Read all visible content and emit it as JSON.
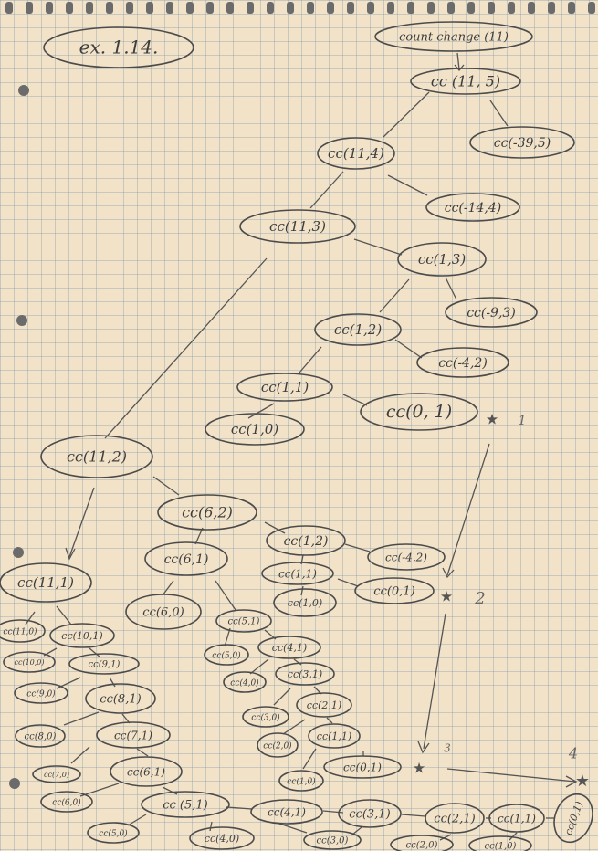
{
  "title": "ex. 1.14.",
  "top_note": "count change (11)",
  "nodes": [
    {
      "id": "n1",
      "label": "cc (11, 5)"
    },
    {
      "id": "n2",
      "label": "cc(11,4)"
    },
    {
      "id": "n3",
      "label": "cc(-39,5)"
    },
    {
      "id": "n4",
      "label": "cc(11,3)"
    },
    {
      "id": "n5",
      "label": "cc(-14,4)"
    },
    {
      "id": "n6",
      "label": "cc(1,3)"
    },
    {
      "id": "n7",
      "label": "cc(1,2)"
    },
    {
      "id": "n8",
      "label": "cc(-9,3)"
    },
    {
      "id": "n9",
      "label": "cc(-4,2)"
    },
    {
      "id": "n10",
      "label": "cc(1,1)"
    },
    {
      "id": "n11",
      "label": "cc(0, 1)"
    },
    {
      "id": "n12",
      "label": "cc(1,0)"
    },
    {
      "id": "n13",
      "label": "cc(11,2)"
    },
    {
      "id": "n14",
      "label": "cc(6,2)"
    },
    {
      "id": "n15",
      "label": "cc(1,2)"
    },
    {
      "id": "n16",
      "label": "cc(-4,2)"
    },
    {
      "id": "n17",
      "label": "cc(6,1)"
    },
    {
      "id": "n18",
      "label": "cc(1,1)"
    },
    {
      "id": "n19",
      "label": "cc(0,1)"
    },
    {
      "id": "n20",
      "label": "cc(1,0)"
    },
    {
      "id": "n21",
      "label": "cc(6,0)"
    },
    {
      "id": "n22",
      "label": "cc(11,1)"
    },
    {
      "id": "n23",
      "label": "cc(11,0)"
    },
    {
      "id": "n24",
      "label": "cc(10,1)"
    },
    {
      "id": "n25",
      "label": "cc(10,0)"
    },
    {
      "id": "n26",
      "label": "cc(9,1)"
    },
    {
      "id": "n27",
      "label": "cc(9,0)"
    },
    {
      "id": "n28",
      "label": "cc(8,1)"
    },
    {
      "id": "n29",
      "label": "cc(8,0)"
    },
    {
      "id": "n30",
      "label": "cc(7,1)"
    },
    {
      "id": "n31",
      "label": "cc(7,0)"
    },
    {
      "id": "n32",
      "label": "cc(6,1)"
    },
    {
      "id": "n33",
      "label": "cc(6,0)"
    },
    {
      "id": "n34",
      "label": "cc (5,1)"
    },
    {
      "id": "n35",
      "label": "cc(5,0)"
    },
    {
      "id": "n36",
      "label": "cc(5,1)"
    },
    {
      "id": "n37",
      "label": "cc(5,0)"
    },
    {
      "id": "n38",
      "label": "cc(4,1)"
    },
    {
      "id": "n39",
      "label": "cc(4,0)"
    },
    {
      "id": "n40",
      "label": "cc(3,1)"
    },
    {
      "id": "n41",
      "label": "cc(3,0)"
    },
    {
      "id": "n42",
      "label": "cc(2,1)"
    },
    {
      "id": "n43",
      "label": "cc(2,0)"
    },
    {
      "id": "n44",
      "label": "cc(1,1)"
    },
    {
      "id": "n45",
      "label": "cc(1,0)"
    },
    {
      "id": "n46",
      "label": "cc(0,1)"
    },
    {
      "id": "n47",
      "label": "cc(4,0)"
    },
    {
      "id": "n48",
      "label": "cc(4,1)"
    },
    {
      "id": "n49",
      "label": "cc(3,1)"
    },
    {
      "id": "n50",
      "label": "cc(3,0)"
    },
    {
      "id": "n51",
      "label": "cc(2,1)"
    },
    {
      "id": "n52",
      "label": "cc(2,0)"
    },
    {
      "id": "n53",
      "label": "cc(1,1)"
    },
    {
      "id": "n54",
      "label": "cc(1,0)"
    },
    {
      "id": "n55",
      "label": "cc(0,1)"
    }
  ],
  "marks": {
    "one": "1",
    "two": "2",
    "three": "3",
    "four": "4",
    "star": "★"
  }
}
